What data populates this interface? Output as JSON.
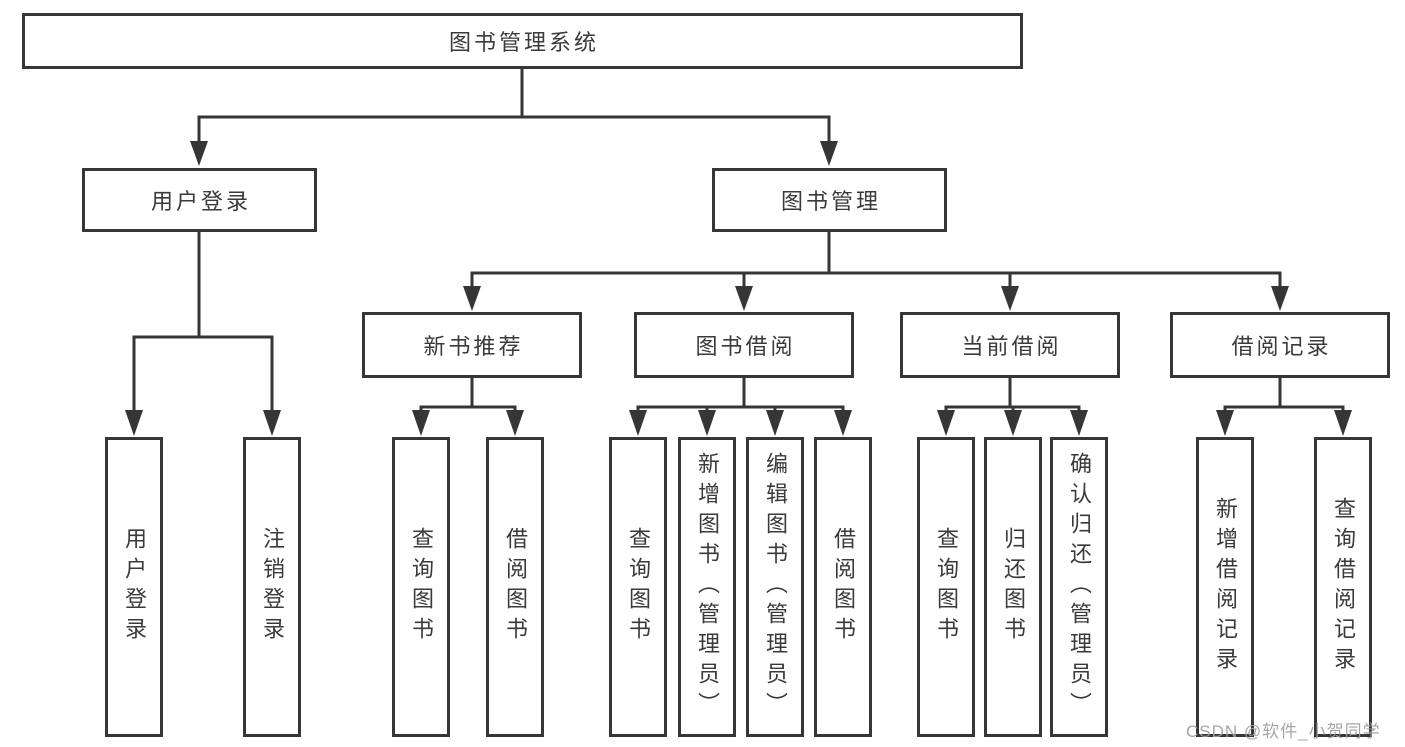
{
  "tree": {
    "root": {
      "label": "图书管理系统"
    },
    "branches": [
      {
        "label": "用户登录",
        "children": [
          {
            "label": "用户登录"
          },
          {
            "label": "注销登录"
          }
        ]
      },
      {
        "label": "图书管理",
        "children": [
          {
            "label": "新书推荐",
            "children": [
              {
                "label": "查询图书"
              },
              {
                "label": "借阅图书"
              }
            ]
          },
          {
            "label": "图书借阅",
            "children": [
              {
                "label": "查询图书"
              },
              {
                "label": "新增图书（管理员）"
              },
              {
                "label": "编辑图书（管理员）"
              },
              {
                "label": "借阅图书"
              }
            ]
          },
          {
            "label": "当前借阅",
            "children": [
              {
                "label": "查询图书"
              },
              {
                "label": "归还图书"
              },
              {
                "label": "确认归还（管理员）"
              }
            ]
          },
          {
            "label": "借阅记录",
            "children": [
              {
                "label": "新增借阅记录"
              },
              {
                "label": "查询借阅记录"
              }
            ]
          }
        ]
      }
    ]
  },
  "watermark": {
    "text": "CSDN @软件_小贺同学"
  },
  "colors": {
    "line": "#363636",
    "text": "#3a3a3a",
    "background": "#ffffff",
    "watermark": "#9e9e9e"
  }
}
